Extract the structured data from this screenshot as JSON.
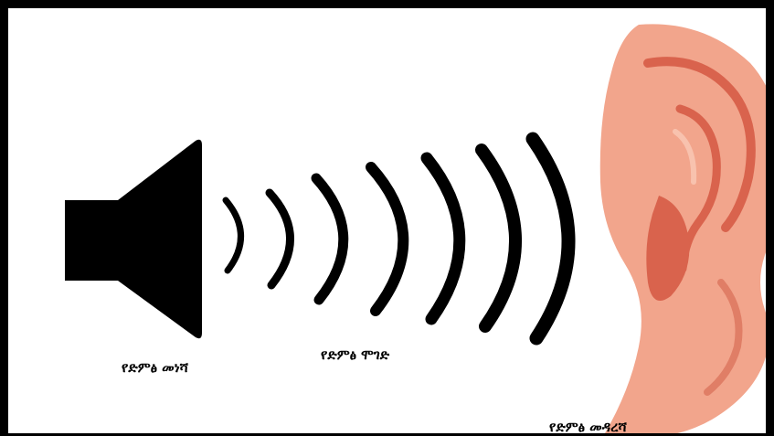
{
  "labels": {
    "source": "የድምፅ መነሻ",
    "medium": "የድምፅ ሞገድ",
    "receiver": "የድምፅ መዳረሻ"
  },
  "icons": {
    "speaker": "speaker-icon",
    "waves": "sound-wave-arcs",
    "ear": "ear-illustration"
  },
  "colors": {
    "ink": "#000000",
    "ear_skin": "#f2a58c",
    "ear_shadow": "#d9634d",
    "ear_highlight": "#f8c2ae"
  }
}
